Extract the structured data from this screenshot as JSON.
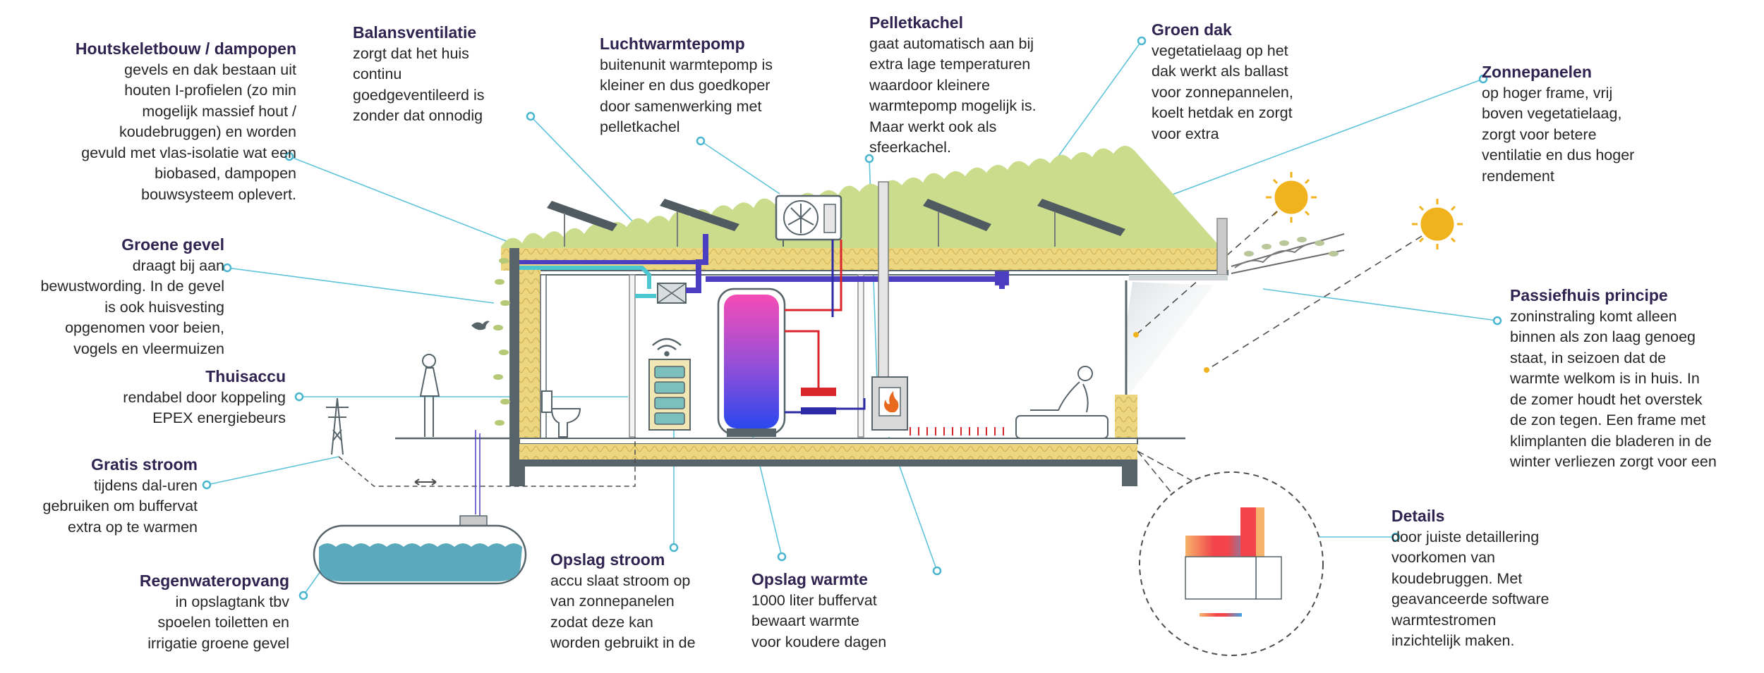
{
  "colors": {
    "title": "#2f2350",
    "body": "#262626",
    "leader": "#5fc4da",
    "dot": "#48b6cf",
    "green_roof": "#c9dc8a",
    "insulation": "#e8d57a",
    "wall_dark": "#57646a",
    "water": "#5aa9bd",
    "sun": "#f0b31d",
    "pipe_hot": "#d8262c",
    "pipe_cold": "#2c2aa6",
    "duct": "#4b3ec0",
    "vent": "#4cc7cf",
    "tank_top": "#f04fb8",
    "tank_bottom": "#2b48ee",
    "fire": "#e86a1f"
  },
  "labels": {
    "houtskelet": {
      "title": "Houtskeletbouw / dampopen",
      "body": "gevels en dak bestaan uit\nhouten I-profielen (zo min\nmogelijk massief hout /\nkoudebruggen) en worden\ngevuld met vlas-isolatie wat een\nbiobased, dampopen\nbouwsysteem oplevert."
    },
    "groene_gevel": {
      "title": "Groene gevel",
      "body": "draagt bij aan\nbewustwording. In de gevel\nis ook huisvesting\nopgenomen voor beien,\nvogels en vleermuizen"
    },
    "thuisaccu": {
      "title": "Thuisaccu",
      "body": "rendabel door koppeling\nEPEX energiebeurs"
    },
    "gratis_stroom": {
      "title": "Gratis stroom",
      "body": "tijdens dal-uren\ngebruiken om buffervat\nextra op te warmen"
    },
    "regenwater": {
      "title": "Regenwateropvang",
      "body": "in opslagtank tbv\nspoelen toiletten en\nirrigatie groene gevel"
    },
    "balans": {
      "title": "Balansventilatie",
      "body": "zorgt dat het huis\ncontinu\ngoedgeventileerd is\nzonder dat onnodig"
    },
    "luchtwarmtepomp": {
      "title": "Luchtwarmtepomp",
      "body": "buitenunit warmtepomp is\nkleiner en dus goedkoper\ndoor samenwerking met\npelletkachel"
    },
    "pelletkachel": {
      "title": "Pelletkachel",
      "body": "gaat automatisch aan bij\nextra lage temperaturen\nwaardoor kleinere\nwarmtepomp mogelijk is.\nMaar werkt ook als\nsfeerkachel."
    },
    "groen_dak": {
      "title": "Groen dak",
      "body": "vegetatielaag op het\ndak werkt als ballast\nvoor zonnepannelen,\nkoelt hetdak en zorgt\nvoor extra"
    },
    "zonnepanelen": {
      "title": "Zonnepanelen",
      "body": "op hoger frame, vrij\nboven vegetatielaag,\nzorgt voor betere\nventilatie en dus hoger\nrendement"
    },
    "passiefhuis": {
      "title": "Passiefhuis principe",
      "body": "zoninstraling komt alleen\nbinnen als zon laag genoeg\nstaat, in seizoen dat de\nwarmte welkom is in huis. In\nde zomer houdt het overstek\nde zon tegen. Een frame met\nklimplanten die bladeren in de\nwinter verliezen zorgt voor een"
    },
    "opslag_stroom": {
      "title": "Opslag stroom",
      "body": "accu slaat stroom op\nvan zonnepanelen\nzodat deze kan\nworden gebruikt in de"
    },
    "opslag_warmte": {
      "title": "Opslag warmte",
      "body": "1000 liter buffervat\nbewaart warmte\nvoor koudere dagen"
    },
    "details": {
      "title": "Details",
      "body": "door juiste detaillering\nvoorkomen van\nkoudebruggen. Met\ngeavanceerde software\nwarmtestromen\ninzichtelijk maken."
    }
  },
  "icons": [
    "sun-icon",
    "heat-pump-fan-icon",
    "wifi-icon",
    "battery-icon",
    "flame-icon",
    "bird-icon",
    "pylon-icon",
    "toilet-icon",
    "person-icon"
  ]
}
